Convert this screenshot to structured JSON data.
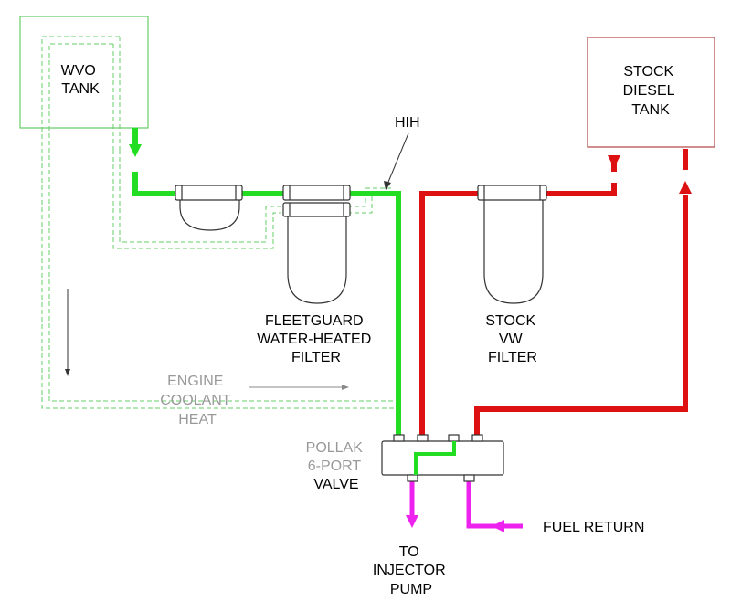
{
  "labels": {
    "wvo_tank": [
      "WVO",
      "TANK"
    ],
    "stock_tank": [
      "STOCK",
      "DIESEL",
      "TANK"
    ],
    "hih": "HIH",
    "fleetguard": [
      "FLEETGUARD",
      "WATER-HEATED",
      "FILTER"
    ],
    "stock_filter": [
      "STOCK",
      "VW",
      "FILTER"
    ],
    "coolant": [
      "ENGINE",
      "COOLANT",
      "HEAT"
    ],
    "valve": [
      "POLLAK",
      "6-PORT",
      "VALVE"
    ],
    "fuel_return": "FUEL RETURN",
    "injector": [
      "TO",
      "INJECTOR",
      "PUMP"
    ]
  },
  "colors": {
    "wvo_line": "#22dd22",
    "diesel_line": "#dd1111",
    "pump_line": "#ee22ee",
    "coolant_line": "#55cc55",
    "component_outline": "#333333",
    "muted_text": "#999999"
  }
}
